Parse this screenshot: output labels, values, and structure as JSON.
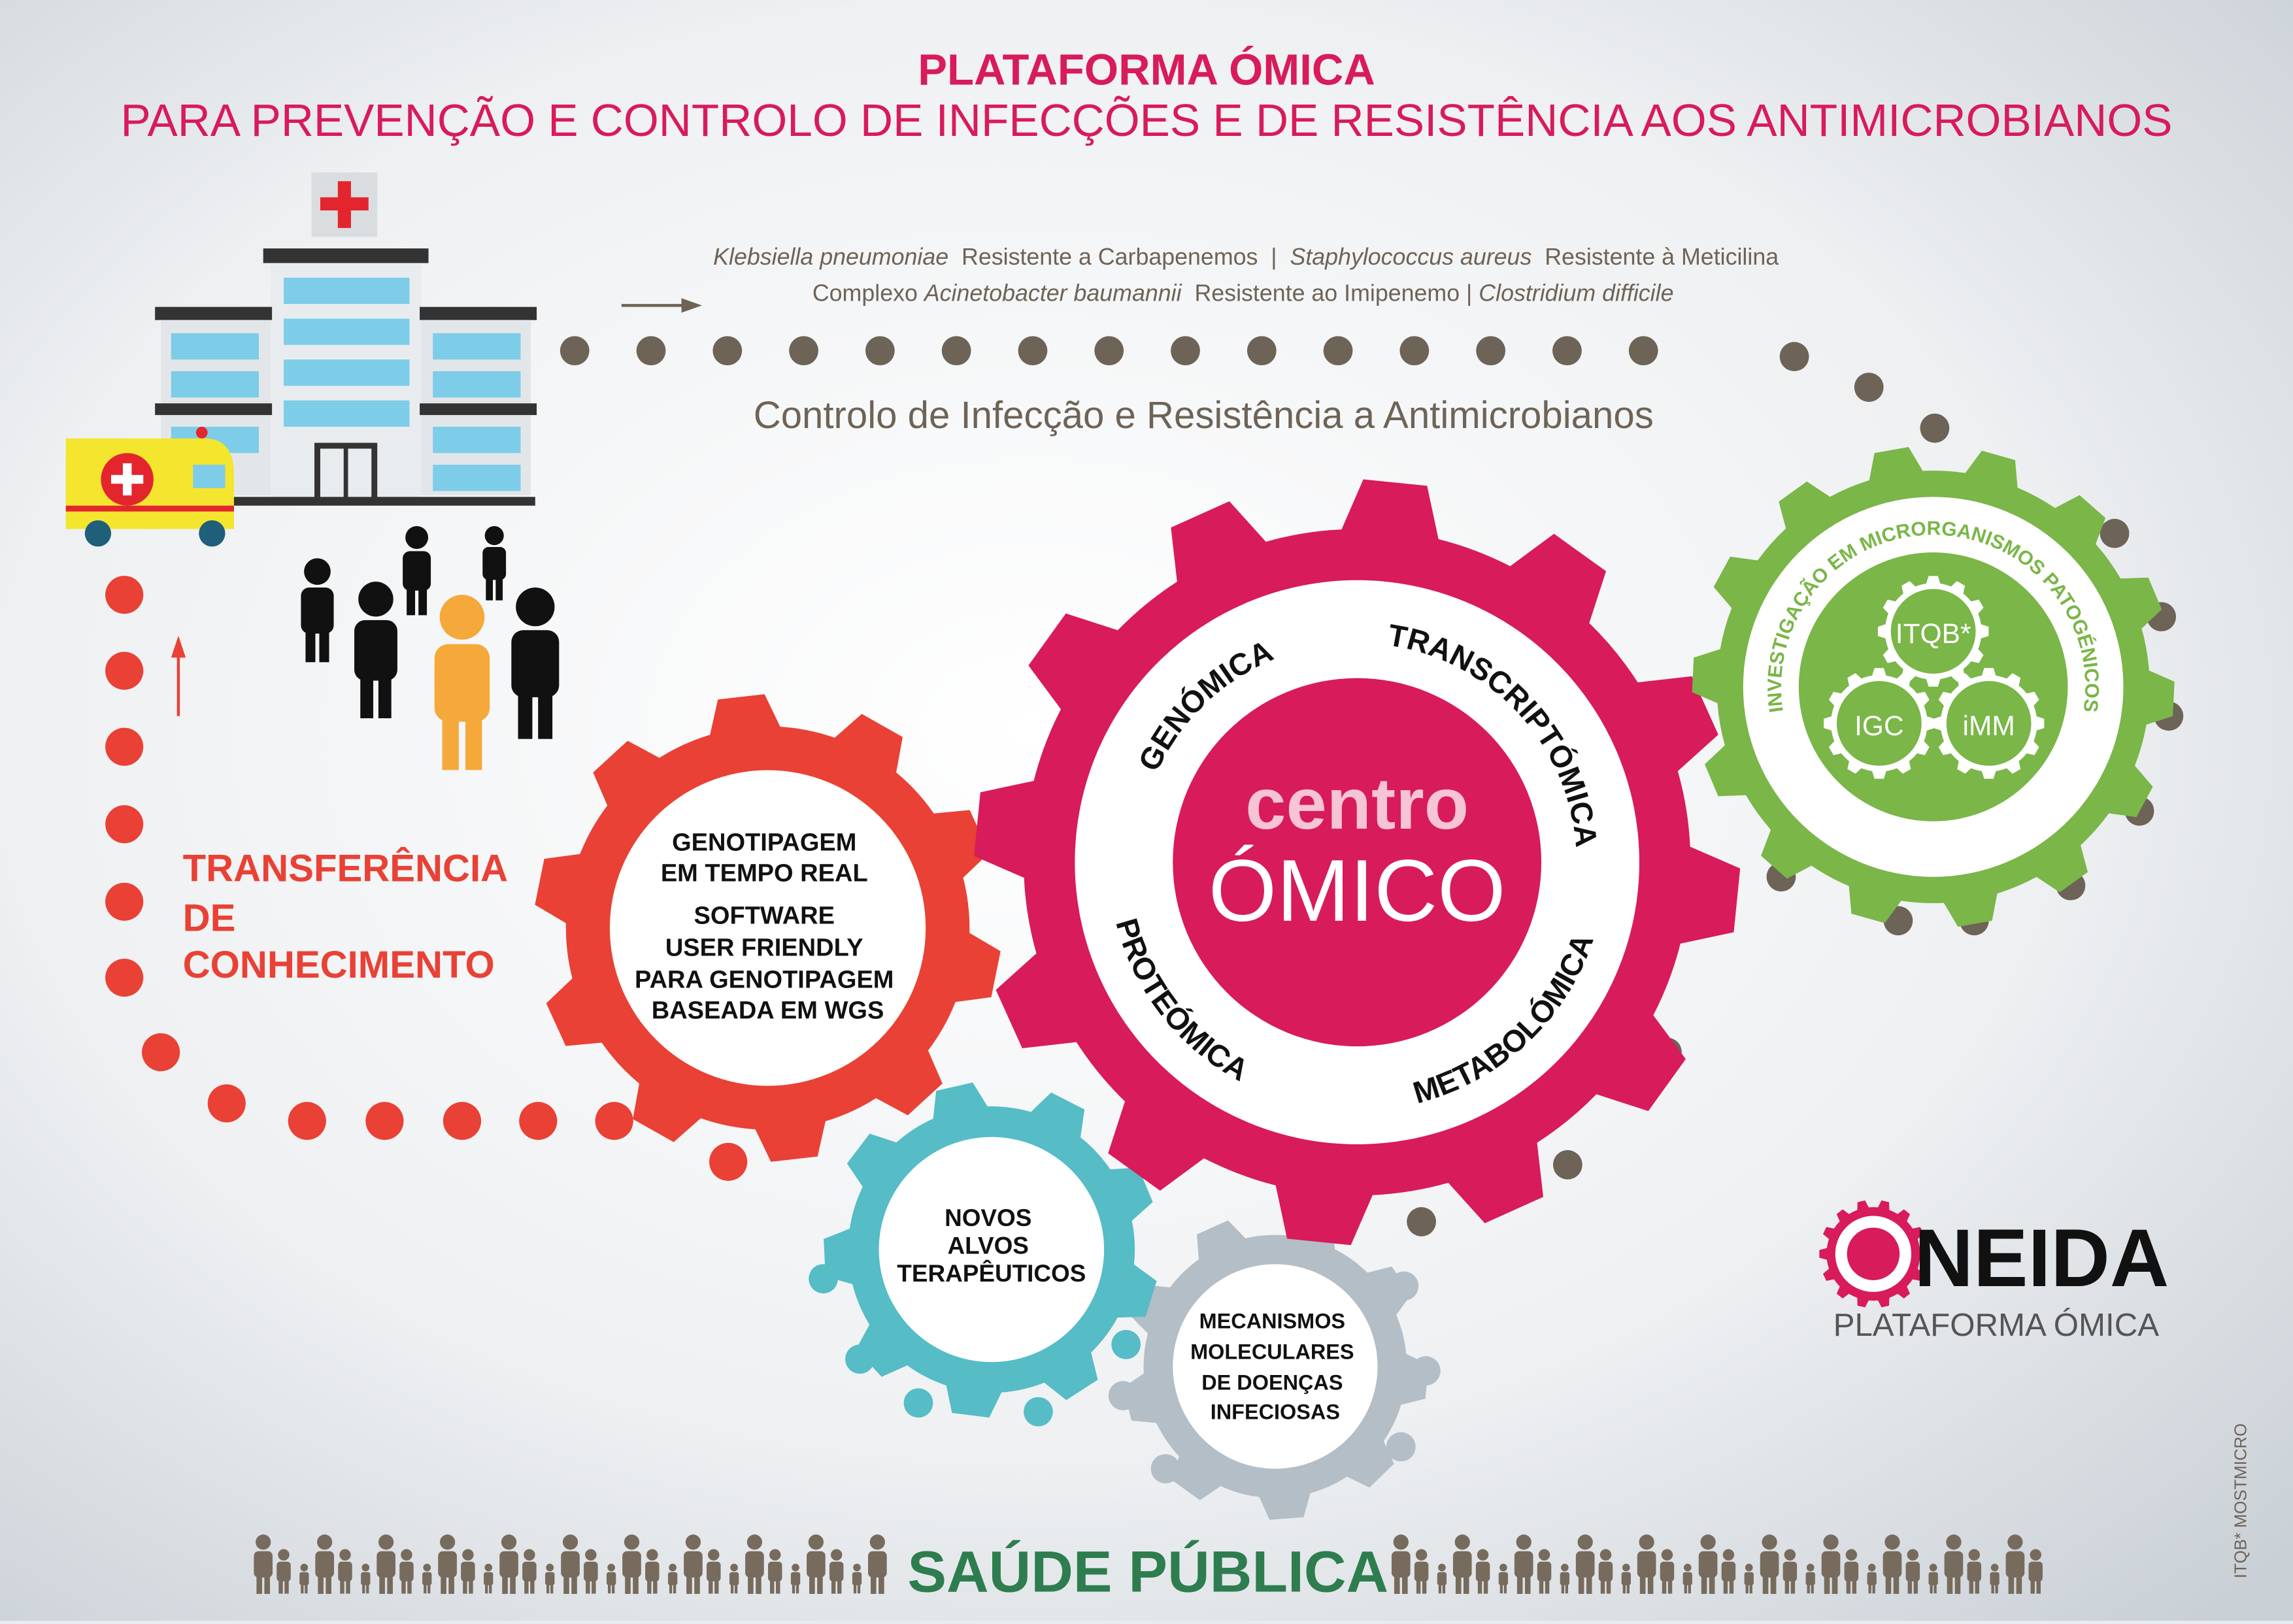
{
  "title": {
    "line1": "PLATAFORMA ÓMICA",
    "line2": "PARA PREVENÇÃO E CONTROLO DE INFECÇÕES E DE RESISTÊNCIA AOS ANTIMICROBIANOS"
  },
  "pathogens": {
    "row1": [
      {
        "text": "Klebsiella pneumoniae",
        "italic": true
      },
      {
        "text": "  Resistente a Carbapenemos  |  ",
        "italic": false
      },
      {
        "text": "Staphylococcus aureus",
        "italic": true
      },
      {
        "text": "  Resistente à Meticilina",
        "italic": false
      }
    ],
    "row2": [
      {
        "text": "Complexo ",
        "italic": false
      },
      {
        "text": "Acinetobacter baumannii",
        "italic": true
      },
      {
        "text": "  Resistente ao Imipenemo | ",
        "italic": false
      },
      {
        "text": "Clostridium difficile",
        "italic": true
      }
    ]
  },
  "infection_control_label": "Controlo de Infecção e Resistência a Antimicrobianos",
  "knowledge_transfer": [
    "TRANSFERÊNCIA",
    "DE",
    "CONHECIMENTO"
  ],
  "red_gear": [
    "GENOTIPAGEM",
    "EM TEMPO REAL",
    "SOFTWARE",
    "USER FRIENDLY",
    "PARA GENOTIPAGEM",
    "BASEADA EM WGS"
  ],
  "center_gear": {
    "word1": "centro",
    "word2": "ÓMICO",
    "ring": {
      "genomics": "GENÓMICA",
      "transcriptomics": "TRANSCRIPTÓMICA",
      "metabolomics": "METABOLÓMICA",
      "proteomics": "PROTEÓMICA"
    }
  },
  "green_gear": {
    "ring_text": "INVESTIGAÇÃO EM MICRORGANISMOS PATOGÉNICOS",
    "institutes": [
      "ITQB*",
      "IGC",
      "iMM"
    ]
  },
  "teal_gear": [
    "NOVOS",
    "ALVOS",
    "TERAPÊUTICOS"
  ],
  "grey_gear": [
    "MECANISMOS",
    "MOLECULARES",
    "DE DOENÇAS",
    "INFECIOSAS"
  ],
  "logo": {
    "name": "ONEIDA",
    "subtitle": "PLATAFORMA ÓMICA"
  },
  "public_health": "SAÚDE PÚBLICA",
  "credit": "ITQB* MOSTMICRO",
  "colors": {
    "pink": "#d81b5a",
    "red": "#e94135",
    "teal": "#56bcc6",
    "grey": "#b3bec6",
    "green": "#7ab648",
    "brown": "#6e6357",
    "dark_green": "#2e7d4f"
  }
}
